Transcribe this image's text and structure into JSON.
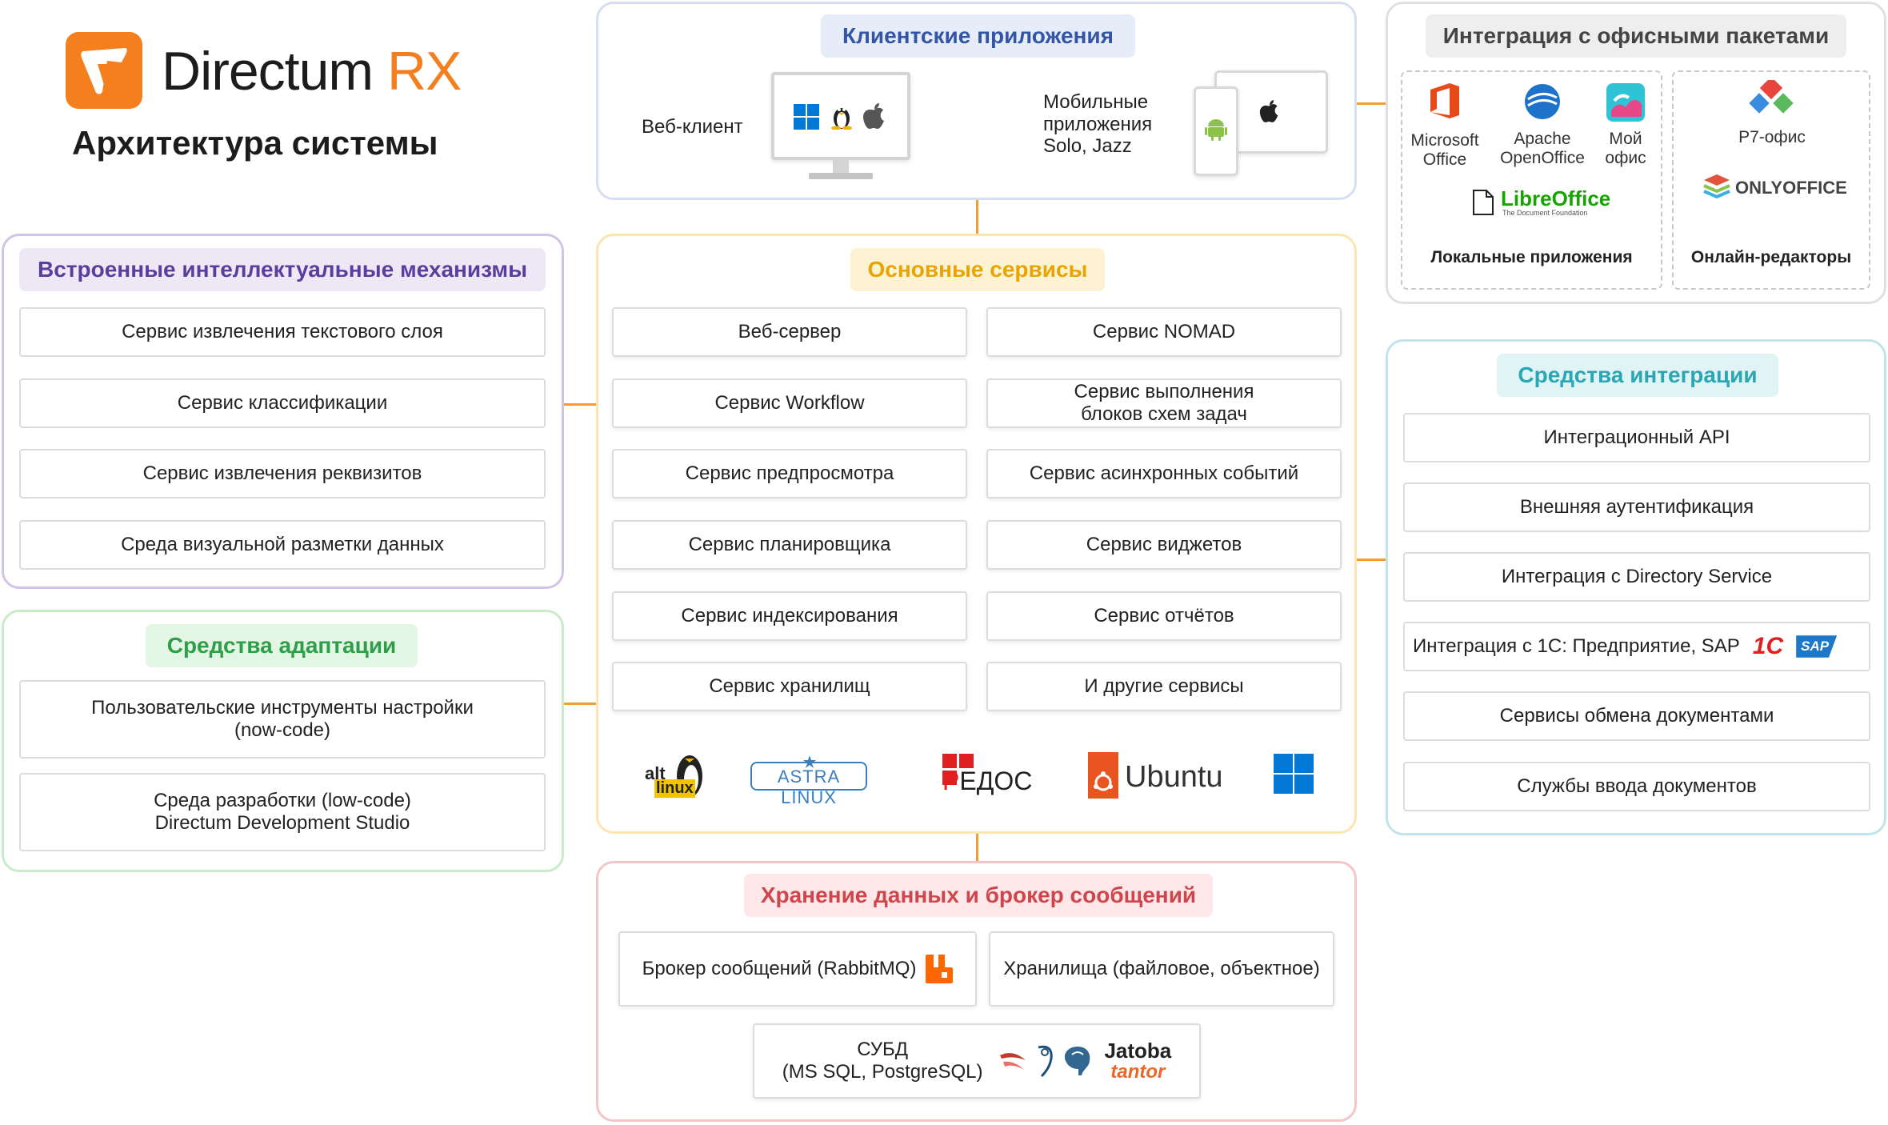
{
  "logo": {
    "brand": "Directum",
    "suffix": "RX",
    "subtitle": "Архитектура системы"
  },
  "clients": {
    "title": "Клиентские приложения",
    "web_label": "Веб-клиент",
    "mobile_label": "Мобильные\nприложения\nSolo, Jazz"
  },
  "office": {
    "title": "Интеграция с офисными пакетами",
    "local": {
      "caption": "Локальные приложения",
      "ms_office": "Microsoft\nOffice",
      "openoffice": "Apache\nOpenOffice",
      "my_office": "Мой\nофис",
      "libreoffice": "LibreOffice",
      "libreoffice_sub": "The Document Foundation"
    },
    "online": {
      "caption": "Онлайн-редакторы",
      "r7": "Р7-офис",
      "onlyoffice": "ONLYOFFICE"
    }
  },
  "intelligence": {
    "title": "Встроенные интеллектуальные механизмы",
    "items": [
      "Сервис извлечения текстового слоя",
      "Сервис классификации",
      "Сервис извлечения реквизитов",
      "Среда визуальной разметки данных"
    ]
  },
  "adaptation": {
    "title": "Средства адаптации",
    "items": [
      "Пользовательские инструменты настройки\n(now-code)",
      "Среда разработки (low-code)\nDirectum Development Studio"
    ]
  },
  "core": {
    "title": "Основные сервисы",
    "left": [
      "Веб-сервер",
      "Сервис Workflow",
      "Сервис предпросмотра",
      "Сервис планировщика",
      "Сервис индексирования",
      "Сервис хранилищ"
    ],
    "right": [
      "Сервис NOMAD",
      "Сервис выполнения\nблоков схем задач",
      "Сервис асинхронных событий",
      "Сервис виджетов",
      "Сервис отчётов",
      "И другие сервисы"
    ],
    "os": {
      "alt": "alt",
      "linux": "linux",
      "astra": "ASTRA LINUX",
      "redos_r": "Р",
      "redos_rest": "ЕДОС",
      "ubuntu": "Ubuntu"
    }
  },
  "integration": {
    "title": "Средства интеграции",
    "items": [
      "Интеграционный API",
      "Внешняя аутентификация",
      "Интеграция с Directory Service",
      "Интеграция с 1С: Предприятие, SAP",
      "Сервисы обмена документами",
      "Службы ввода документов"
    ],
    "logo_1c": "1С",
    "logo_sap": "SAP"
  },
  "storage": {
    "title": "Хранение данных и брокер сообщений",
    "broker": "Брокер сообщений (RabbitMQ)",
    "stores": "Хранилища (файловое, объектное)",
    "dbms": "СУБД\n(MS SQL, PostgreSQL)",
    "jatoba": "Jatoba",
    "tantor": "tantor"
  },
  "colors": {
    "orange": "#f39c32",
    "purple": "#5a3e9e",
    "green": "#2e9e4a",
    "yellow": "#e8a400",
    "teal": "#2aa6b4",
    "red": "#d0454b",
    "blue": "#3355a6"
  }
}
